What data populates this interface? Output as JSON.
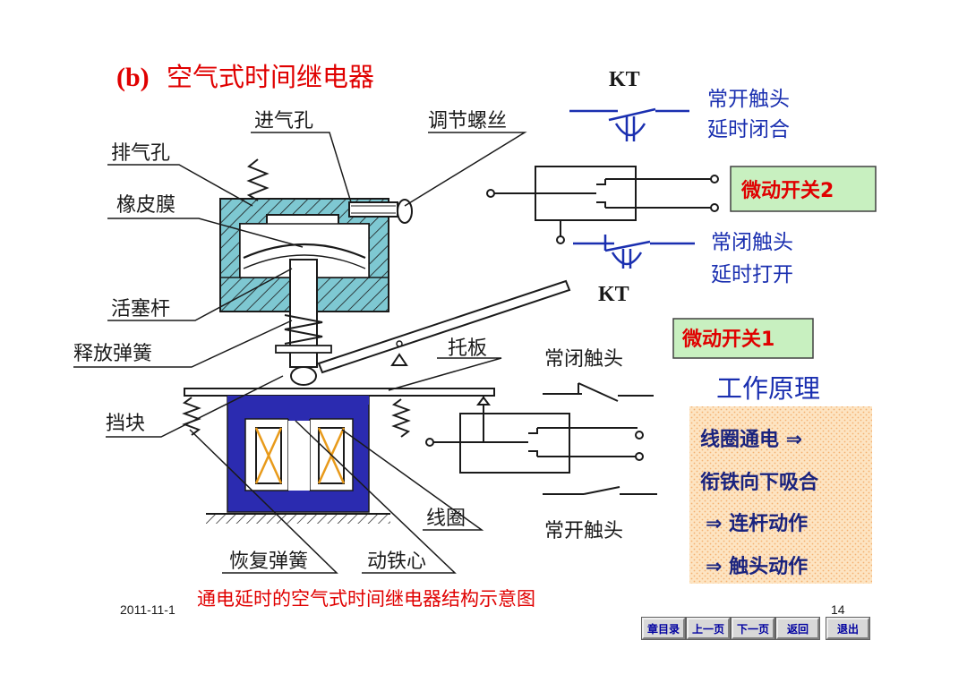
{
  "title": {
    "prefix": "(b)",
    "text": "空气式时间继电器"
  },
  "labels": {
    "intake": "进气孔",
    "adjust_screw": "调节螺丝",
    "exhaust": "排气孔",
    "membrane": "橡皮膜",
    "piston_rod": "活塞杆",
    "release_spring": "释放弹簧",
    "tray": "托板",
    "stopper": "挡块",
    "coil": "线圈",
    "return_spring": "恢复弹簧",
    "armature": "动铁心",
    "nc_contact": "常闭触头",
    "no_contact": "常开触头"
  },
  "kt_top": "KT",
  "kt_bottom": "KT",
  "delay_close": [
    "常开触头",
    "延时闭合"
  ],
  "delay_open": [
    "常闭触头",
    "延时打开"
  ],
  "microswitch2": "微动开关2",
  "microswitch1": "微动开关1",
  "principle": {
    "title": "工作原理",
    "lines": [
      "线圈通电 ⇒",
      "衔铁向下吸合",
      "⇒ 连杆动作",
      "⇒ 触头动作"
    ]
  },
  "caption": "通电延时的空气式时间继电器结构示意图",
  "date": "2011-11-1",
  "page_number": "14",
  "nav": [
    "章目录",
    "上一页",
    "下一页",
    "返回",
    "退出"
  ],
  "colors": {
    "title_red": "#e00000",
    "label_blue": "#1a2fb0",
    "body_navy": "#1a237e",
    "hatch_teal": "#7ec8d2",
    "armature_blue": "#2b2bb0",
    "coil_orange": "#e89a1a",
    "switch_green": "#c8f0c0",
    "principle_bg": "#fce0b8"
  }
}
